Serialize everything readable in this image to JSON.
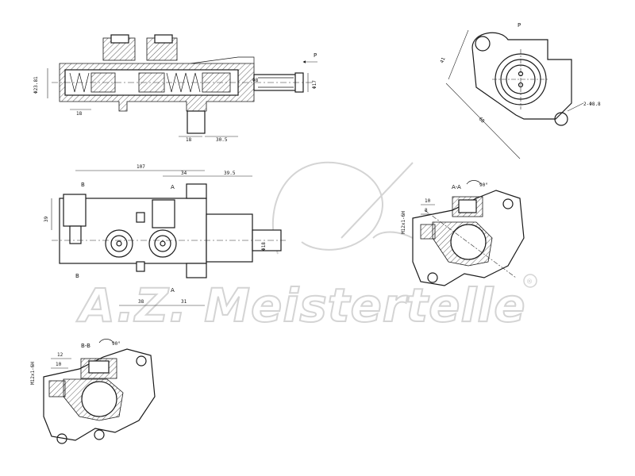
{
  "watermark": {
    "logo_text": "A.Z. Meistertelle",
    "registered_mark": "®"
  },
  "views": {
    "section_view": {
      "labels": {
        "force": "P",
        "diameter_bore": "Φ23.81",
        "diameter_rod": "Φ17",
        "length_a": "18",
        "length_b": "18",
        "length_c": "30.5",
        "internal": "Φ8"
      }
    },
    "end_view": {
      "labels": {
        "force": "P",
        "length_a": "41",
        "length_b": "68",
        "holes": "2-Φ8.8"
      }
    },
    "front_view": {
      "labels": {
        "total": "107",
        "dim_a": "34",
        "dim_b": "39.5",
        "height": "39",
        "bottom_a": "38",
        "bottom_b": "31",
        "section_mark_b_top": "B",
        "section_mark_b_bottom": "B",
        "section_mark_a_top": "A",
        "section_mark_a_bottom": "A",
        "outlet": "Φ18"
      }
    },
    "section_aa": {
      "labels": {
        "title": "A-A",
        "angle": "90°",
        "thread": "M12x1-6H",
        "dim_a": "10",
        "dim_b": "8"
      }
    },
    "section_bb": {
      "labels": {
        "title": "B-B",
        "angle": "90°",
        "thread": "M12x1-6H",
        "dim_a": "12",
        "dim_b": "10"
      }
    }
  }
}
